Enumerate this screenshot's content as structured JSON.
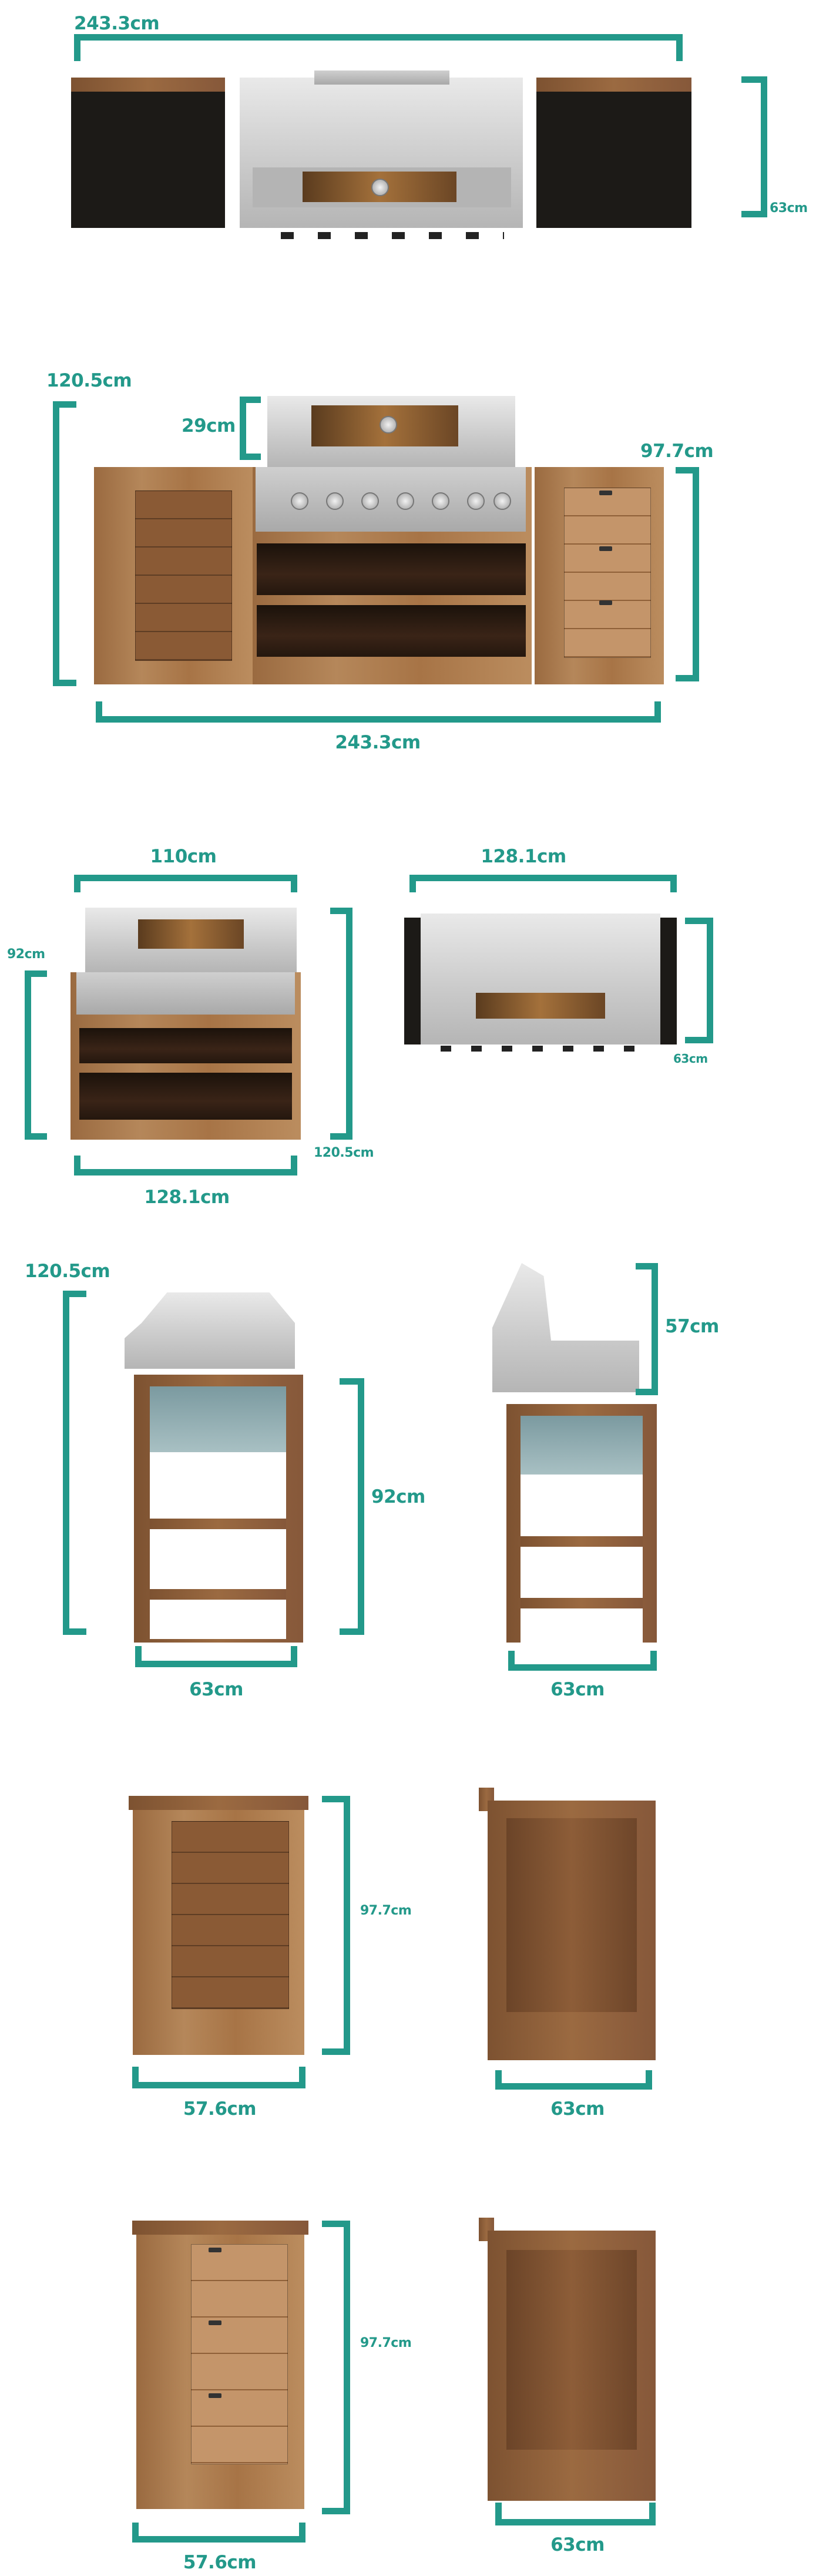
{
  "colors": {
    "accent": "#23998a",
    "wood": "#a9784a",
    "steel": "#c9c9c9"
  },
  "view1": {
    "width": "243.3cm",
    "depth": "63cm"
  },
  "view2": {
    "total_height": "120.5cm",
    "hood_height": "29cm",
    "cabinet_height": "97.7cm",
    "width": "243.3cm"
  },
  "view3": {
    "grill_width": "110cm",
    "grill_height": "92cm",
    "total_height": "120.5cm",
    "frame_width": "128.1cm",
    "top_width": "128.1cm",
    "top_depth": "63cm"
  },
  "view4": {
    "total_height": "120.5cm",
    "cabinet_height": "92cm",
    "depth_left": "63cm",
    "hood_height": "57cm",
    "depth_right": "63cm"
  },
  "view5": {
    "height": "97.7cm",
    "width": "57.6cm",
    "depth": "63cm"
  },
  "view6": {
    "height": "97.7cm",
    "width": "57.6cm",
    "depth": "63cm"
  }
}
